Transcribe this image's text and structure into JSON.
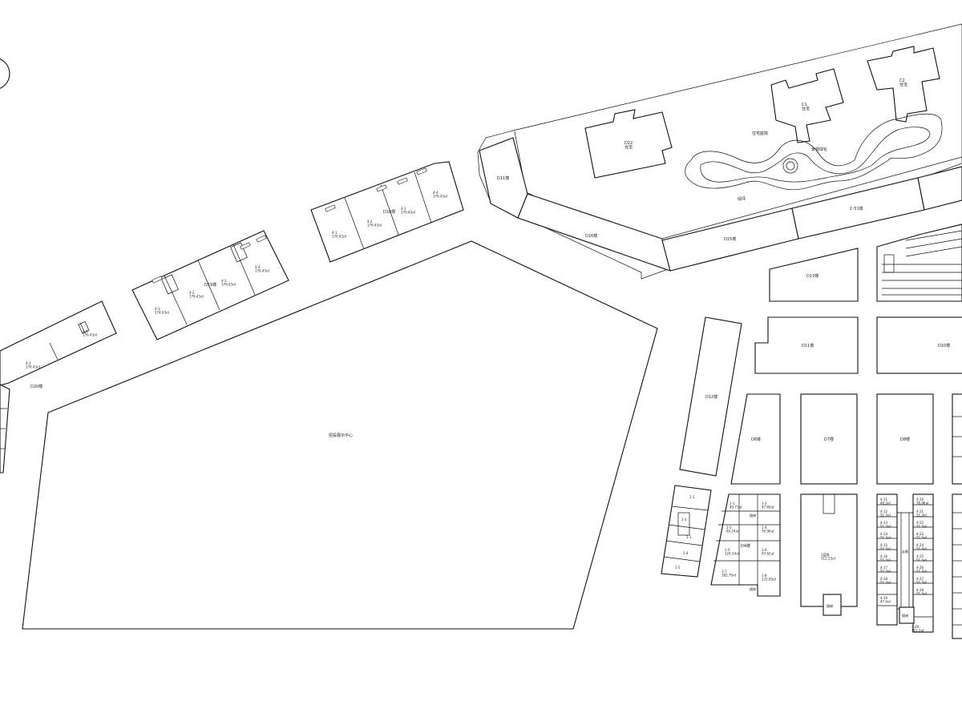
{
  "labels": {
    "center": "招投展示中心",
    "d20": "D20楼",
    "shop_a1": "4-1\n176.43㎡",
    "shop_a2": "4-2\n176.43㎡",
    "shop_a3": "4-3\n176.43㎡",
    "shop_a4": "4-4\n176.43㎡",
    "shop_b1": "4-1\n174.43㎡",
    "shop_b2": "4-2\n176.43㎡",
    "shop_b3": "4-3\n176.43㎡",
    "shop_b4": "4-4\n176.43㎡",
    "d19": "D19楼",
    "d18": "D18楼",
    "d11a": "D11楼",
    "d16": "D16楼",
    "d15": "D15楼",
    "c51": "C-51楼",
    "d22": "D22\n住宅",
    "c1": "C1\n住宅",
    "c2": "C2\n住宅",
    "garden": "住宅庭院",
    "landscape": "景观绿化",
    "lawn": "绿坪",
    "d13": "D13楼",
    "d11b": "D11楼",
    "d10": "D10楼",
    "d12": "D12楼",
    "d6": "D6楼",
    "d7": "D7楼",
    "d8": "D8楼",
    "d4": "D4楼",
    "big_shop": "1层商\n512.23㎡",
    "stair": "楼梯",
    "corridor": "走廊",
    "b_1": "1-1\n40.71㎡",
    "b_2": "1-2\n47.60㎡",
    "b_3": "1-3\n60.24㎡",
    "b_4": "1-4\n76.96㎡",
    "b_5": "1-5\n124.14㎡",
    "b_6": "1-6\n97.62㎡",
    "b_7": "1-7\n182.70㎡",
    "b_8": "1-8\n131.65㎡",
    "s_1": "4-11\n40.3㎡",
    "s_2": "4-12\n51.3㎡",
    "s_3": "4-13\n51.3㎡",
    "s_4": "4-14\n51.3㎡",
    "s_5": "4-15\n51.3㎡",
    "s_6": "4-16\n51.3㎡",
    "s_7": "4-17\n51.3㎡",
    "s_8": "4-18\n51.3㎡",
    "s_9": "4-19\n47.4㎡",
    "s_10": "4-20\n76.96㎡",
    "s_11": "4-21\n51.3㎡",
    "s_12": "4-22\n51.3㎡",
    "s_13": "4-23\n51.3㎡",
    "s_14": "4-24\n51.3㎡",
    "s_15": "4-25\n51.3㎡",
    "s_16": "4-26\n51.3㎡",
    "s_17": "4-27\n51.3㎡",
    "s_18": "4-28\n51.3㎡",
    "s_19": "4-29\n111.1㎡",
    "small_1": "1-1",
    "small_2": "1-2",
    "small_3": "1-3",
    "small_4": "1-4",
    "small_5": "1-5"
  }
}
